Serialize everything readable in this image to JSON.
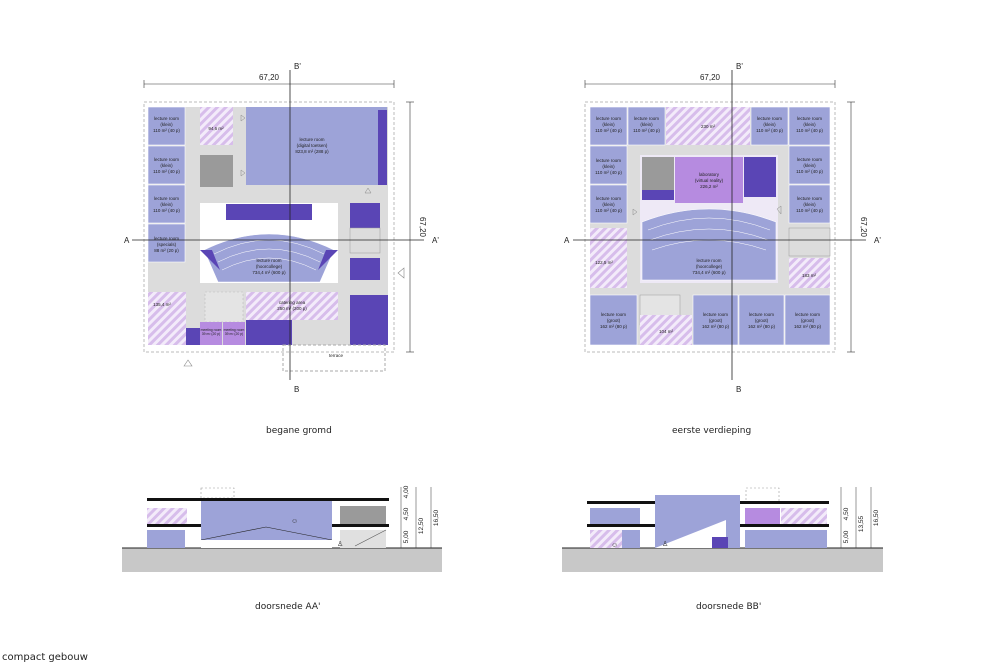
{
  "plan_ground": {
    "dim_width": "67,20",
    "dim_height": "67,20",
    "section_a_left": "A",
    "section_a_right": "A'",
    "section_b_top": "B'",
    "section_b_bottom": "B",
    "caption": "begane gromd",
    "rooms": {
      "lr_klein_1": [
        "lecture room",
        "(klein)",
        "110 m² (40 p)"
      ],
      "lr_klein_2": [
        "lecture room",
        "(klein)",
        "110 m² (40 p)"
      ],
      "lr_klein_3": [
        "lecture room",
        "(klein)",
        "110 m² (40 p)"
      ],
      "lr_specials": [
        "lecture room",
        "(specials)",
        "88 m² (20 p)"
      ],
      "small_area": "94,6 m²",
      "lr_digital": [
        "lecture room",
        "(digital toetsen)",
        "823,8 m² (288 p)"
      ],
      "hoorcollege": [
        "lecture room",
        "(hoorcollege)",
        "734,4 m² (600 p)"
      ],
      "left_area": "135,4 m²",
      "catering": [
        "catering area",
        "250 m² (200 p)"
      ],
      "meeting_1": [
        "meeting room",
        "39 m² (20 p)"
      ],
      "meeting_2": [
        "meeting room",
        "39 m² (20 p)"
      ],
      "terrace": "terrace"
    }
  },
  "plan_first": {
    "dim_width": "67,20",
    "dim_height": "67,20",
    "section_a_left": "A",
    "section_a_right": "A'",
    "section_b_top": "B'",
    "section_b_bottom": "B",
    "caption": "eerste verdieping",
    "rooms": {
      "lr_k_l1": [
        "lecture room",
        "(klein)",
        "110 m² (40 p)"
      ],
      "lr_k_l2": [
        "lecture room",
        "(klein)",
        "110 m² (40 p)"
      ],
      "lr_k_l3": [
        "lecture room",
        "(klein)",
        "110 m² (40 p)"
      ],
      "lr_k_l4": [
        "lecture room",
        "(klein)",
        "110 m² (40 p)"
      ],
      "lr_k_r1": [
        "lecture room",
        "(klein)",
        "110 m² (40 p)"
      ],
      "lr_k_r2": [
        "lecture room",
        "(klein)",
        "110 m² (40 p)"
      ],
      "lr_k_r3": [
        "lecture room",
        "(klein)",
        "110 m² (40 p)"
      ],
      "lr_k_r4": [
        "lecture room",
        "(klein)",
        "110 m² (40 p)"
      ],
      "top_area": "230 m²",
      "laboratory": [
        "laboratory",
        "(virtual reality)",
        "226,2 m²"
      ],
      "hoorcollege": [
        "lecture room",
        "(hoorcollege)",
        "734,4 m² (600 p)"
      ],
      "left_area": "122,5 m²",
      "right_area": "183 m²",
      "bottom_area": "104 m²",
      "lr_groot_1": [
        "lecture room",
        "(groot)",
        "162 m² (80 p)"
      ],
      "lr_groot_2": [
        "lecture room",
        "(groot)",
        "162 m² (80 p)"
      ],
      "lr_groot_3": [
        "lecture room",
        "(groot)",
        "162 m² (80 p)"
      ],
      "lr_groot_4": [
        "lecture room",
        "(groot)",
        "162 m² (80 p)"
      ]
    }
  },
  "section_aa": {
    "caption": "doorsnede AA'",
    "dims": [
      "4,00",
      "4,50",
      "5,00",
      "12,50",
      "16,50"
    ]
  },
  "section_bb": {
    "caption": "doorsnede BB'",
    "dims": [
      "4,50",
      "5,00",
      "13,55",
      "16,50"
    ]
  },
  "footer": "compact gebouw",
  "colors": {
    "light_lavender": "#eee9f6",
    "medium_blue": "#9da3d8",
    "dark_purple": "#5a45b5",
    "lavender": "#b68be0",
    "grey": "#dcdcdc",
    "dark_grey": "#9a9a9a",
    "hatch": "#d9c2ec"
  }
}
